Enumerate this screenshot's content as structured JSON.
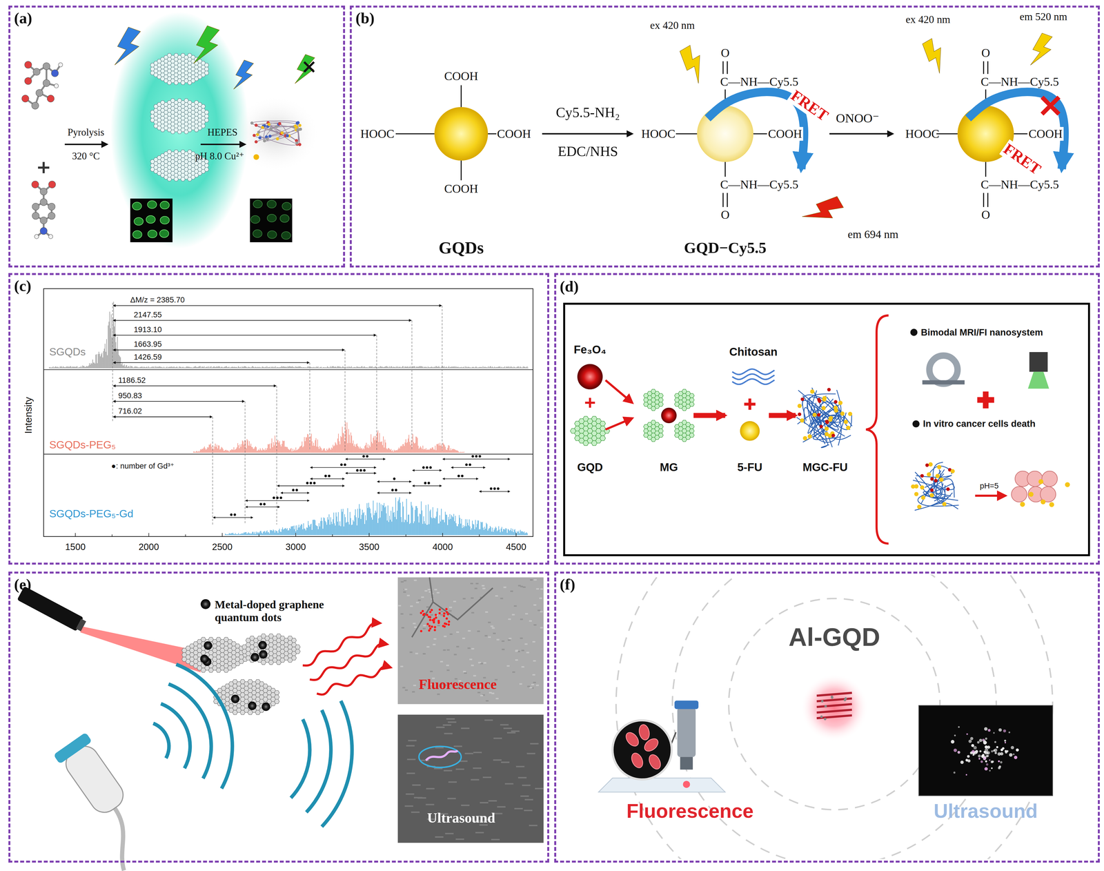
{
  "diagram": {
    "nodes": [
      {
        "text": [
          "(a)"
        ]
      },
      {
        "text": [
          "(b)"
        ]
      },
      {
        "text": [
          "(c)"
        ]
      },
      {
        "text": [
          "(d)"
        ]
      },
      {
        "text": [
          "Fe₃O₄",
          "Chitosan",
          "GQD",
          "MG",
          "5-FU",
          "MGC-FU",
          "Bimodal MRI/FI nanosystem",
          "In vitro cancer cells death",
          "pH=5"
        ],
        "in": 3
      },
      {
        "text": [
          "(e)"
        ]
      },
      {
        "text": [
          "(f)"
        ]
      }
    ],
    "labels": [
      "Pyrolysis",
      "320 °C",
      "HEPES",
      "pH 8.0 Cu²⁺",
      "COOH",
      "HOOC",
      "COOH",
      "COOH",
      "GQDs",
      "Cy5.5-NH₂",
      "EDC/NHS",
      "ex 420 nm",
      "O",
      "C—NH—Cy5.5",
      "HOOC",
      "COOH",
      "FRET",
      "ONOO⁻",
      "C—NH—Cy5.5",
      "O",
      "em 694 nm",
      "GQD−Cy5.5",
      "ex 420 nm",
      "em 520 nm",
      "O",
      "C—NH—Cy5.5",
      "HOOC",
      "COOH",
      "FRET",
      "C—NH—Cy5.5",
      "O",
      "ΔM/z = 2385.70",
      "2147.55",
      "1913.10",
      "1663.95",
      "1426.59",
      "SGQDs",
      "1186.52",
      "950.83",
      "716.02",
      "SGQDs-PEG₅",
      "●: number of Gd³⁺",
      "SGQDs-PEG₅-Gd",
      "Intensity",
      "1500",
      "2000",
      "2500",
      "3000",
      "3500",
      "4000",
      "4500",
      "Metal-doped graphene quantum dots",
      "Fluorescence",
      "Ultrasound",
      "Al-GQD",
      "Fluorescence",
      "Ultrasound"
    ]
  }
}
